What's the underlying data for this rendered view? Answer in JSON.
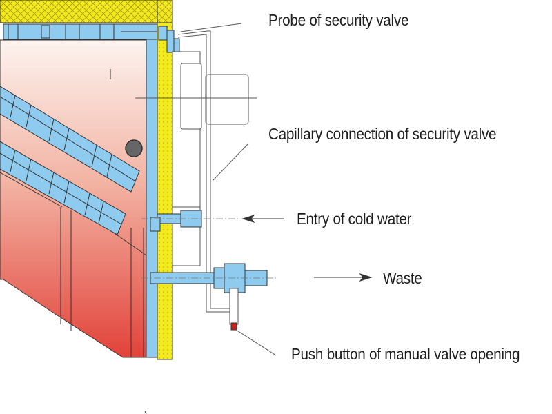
{
  "labels": {
    "probe": "Probe of security valve",
    "capillary": "Capillary connection of security valve",
    "cold_water": "Entry of cold water",
    "waste": "Waste",
    "push_button": "Push button of manual valve opening"
  },
  "colors": {
    "insulation": "#f2ea1e",
    "pipe": "#8ecbef",
    "tank_top": "#fdf3ef",
    "tank_bottom": "#e2423a",
    "push_button": "#c8201c",
    "line": "#2a2a2a"
  }
}
